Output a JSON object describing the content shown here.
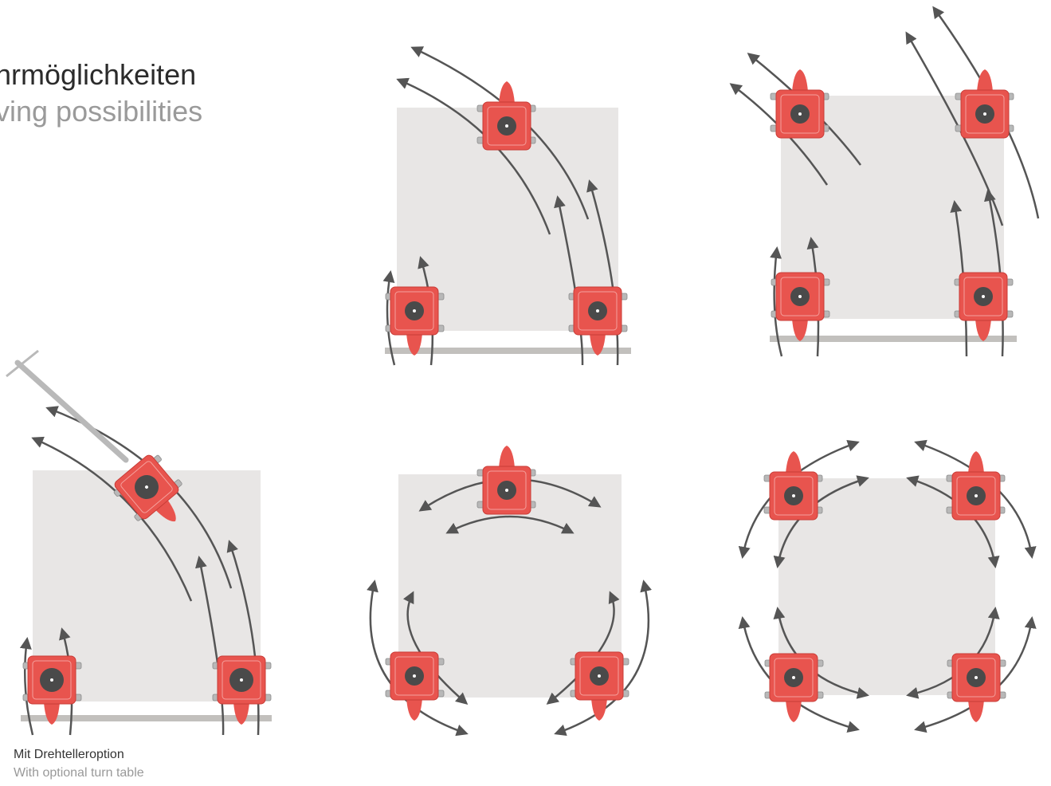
{
  "heading": {
    "title": "hrmöglichkeiten",
    "subtitle": "ving possibilities"
  },
  "caption": {
    "line_de": "Mit Drehtelleroption",
    "line_en": "With optional turn table"
  },
  "colors": {
    "platform": "#e8e6e5",
    "rail": "#c2c0bd",
    "mover": "#e8544e",
    "mover_edge": "#c93c37",
    "turntable": "#4a4a4a",
    "arrow": "#555555",
    "wheel": "#b8b8b8",
    "handle": "#b9b9b9"
  },
  "icons": {
    "mover": "transport-mover-icon",
    "wheel": "swivel-caster-icon",
    "handle": "towing-handle-icon",
    "arrow": "curved-arrow-icon"
  }
}
